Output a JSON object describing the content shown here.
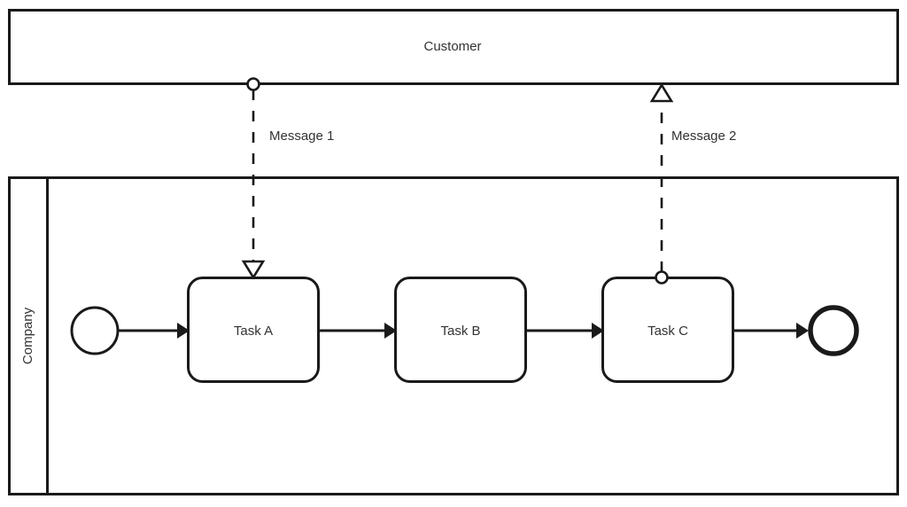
{
  "diagram": {
    "type": "bpmn-collaboration",
    "background_color": "#ffffff",
    "stroke_color": "#1a1a1a",
    "text_color": "#333333"
  },
  "pools": [
    {
      "id": "customer",
      "label": "Customer",
      "orientation": "horizontal",
      "has_lane_header": false
    },
    {
      "id": "company",
      "label": "Company",
      "orientation": "horizontal",
      "has_lane_header": true,
      "lane_label_rotation": "-90"
    }
  ],
  "events": [
    {
      "id": "start",
      "type": "start-event",
      "label": ""
    },
    {
      "id": "end",
      "type": "end-event",
      "label": ""
    }
  ],
  "tasks": [
    {
      "id": "task-a",
      "label": "Task A"
    },
    {
      "id": "task-b",
      "label": "Task B"
    },
    {
      "id": "task-c",
      "label": "Task C"
    }
  ],
  "message_flows": [
    {
      "id": "message-1",
      "label": "Message 1",
      "direction": "down",
      "from": "customer",
      "to": "task-a",
      "source_marker": "open-circle",
      "target_marker": "hollow-arrow"
    },
    {
      "id": "message-2",
      "label": "Message 2",
      "direction": "up",
      "from": "task-c",
      "to": "customer",
      "source_marker": "open-circle",
      "target_marker": "hollow-arrow"
    }
  ],
  "sequence_flows": [
    {
      "id": "flow-start-a",
      "from": "start",
      "to": "task-a"
    },
    {
      "id": "flow-a-b",
      "from": "task-a",
      "to": "task-b"
    },
    {
      "id": "flow-b-c",
      "from": "task-b",
      "to": "task-c"
    },
    {
      "id": "flow-c-end",
      "from": "task-c",
      "to": "end"
    }
  ]
}
